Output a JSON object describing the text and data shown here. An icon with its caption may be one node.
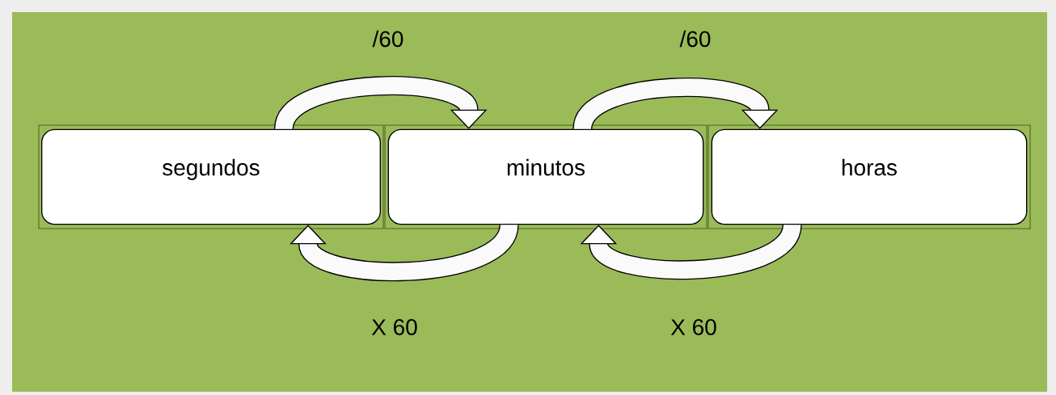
{
  "diagram": {
    "nodes": [
      {
        "text": [
          "segundos"
        ]
      },
      {
        "text": [
          "minutos"
        ]
      },
      {
        "text": [
          "horas"
        ]
      }
    ],
    "edges": [
      {
        "from": 0,
        "to": 1,
        "arrow": "to",
        "label": "/60"
      },
      {
        "from": 1,
        "to": 2,
        "arrow": "to",
        "label": "/60"
      },
      {
        "from": 1,
        "to": 0,
        "arrow": "to",
        "label": "X 60"
      },
      {
        "from": 2,
        "to": 1,
        "arrow": "to",
        "label": "X 60"
      }
    ]
  }
}
